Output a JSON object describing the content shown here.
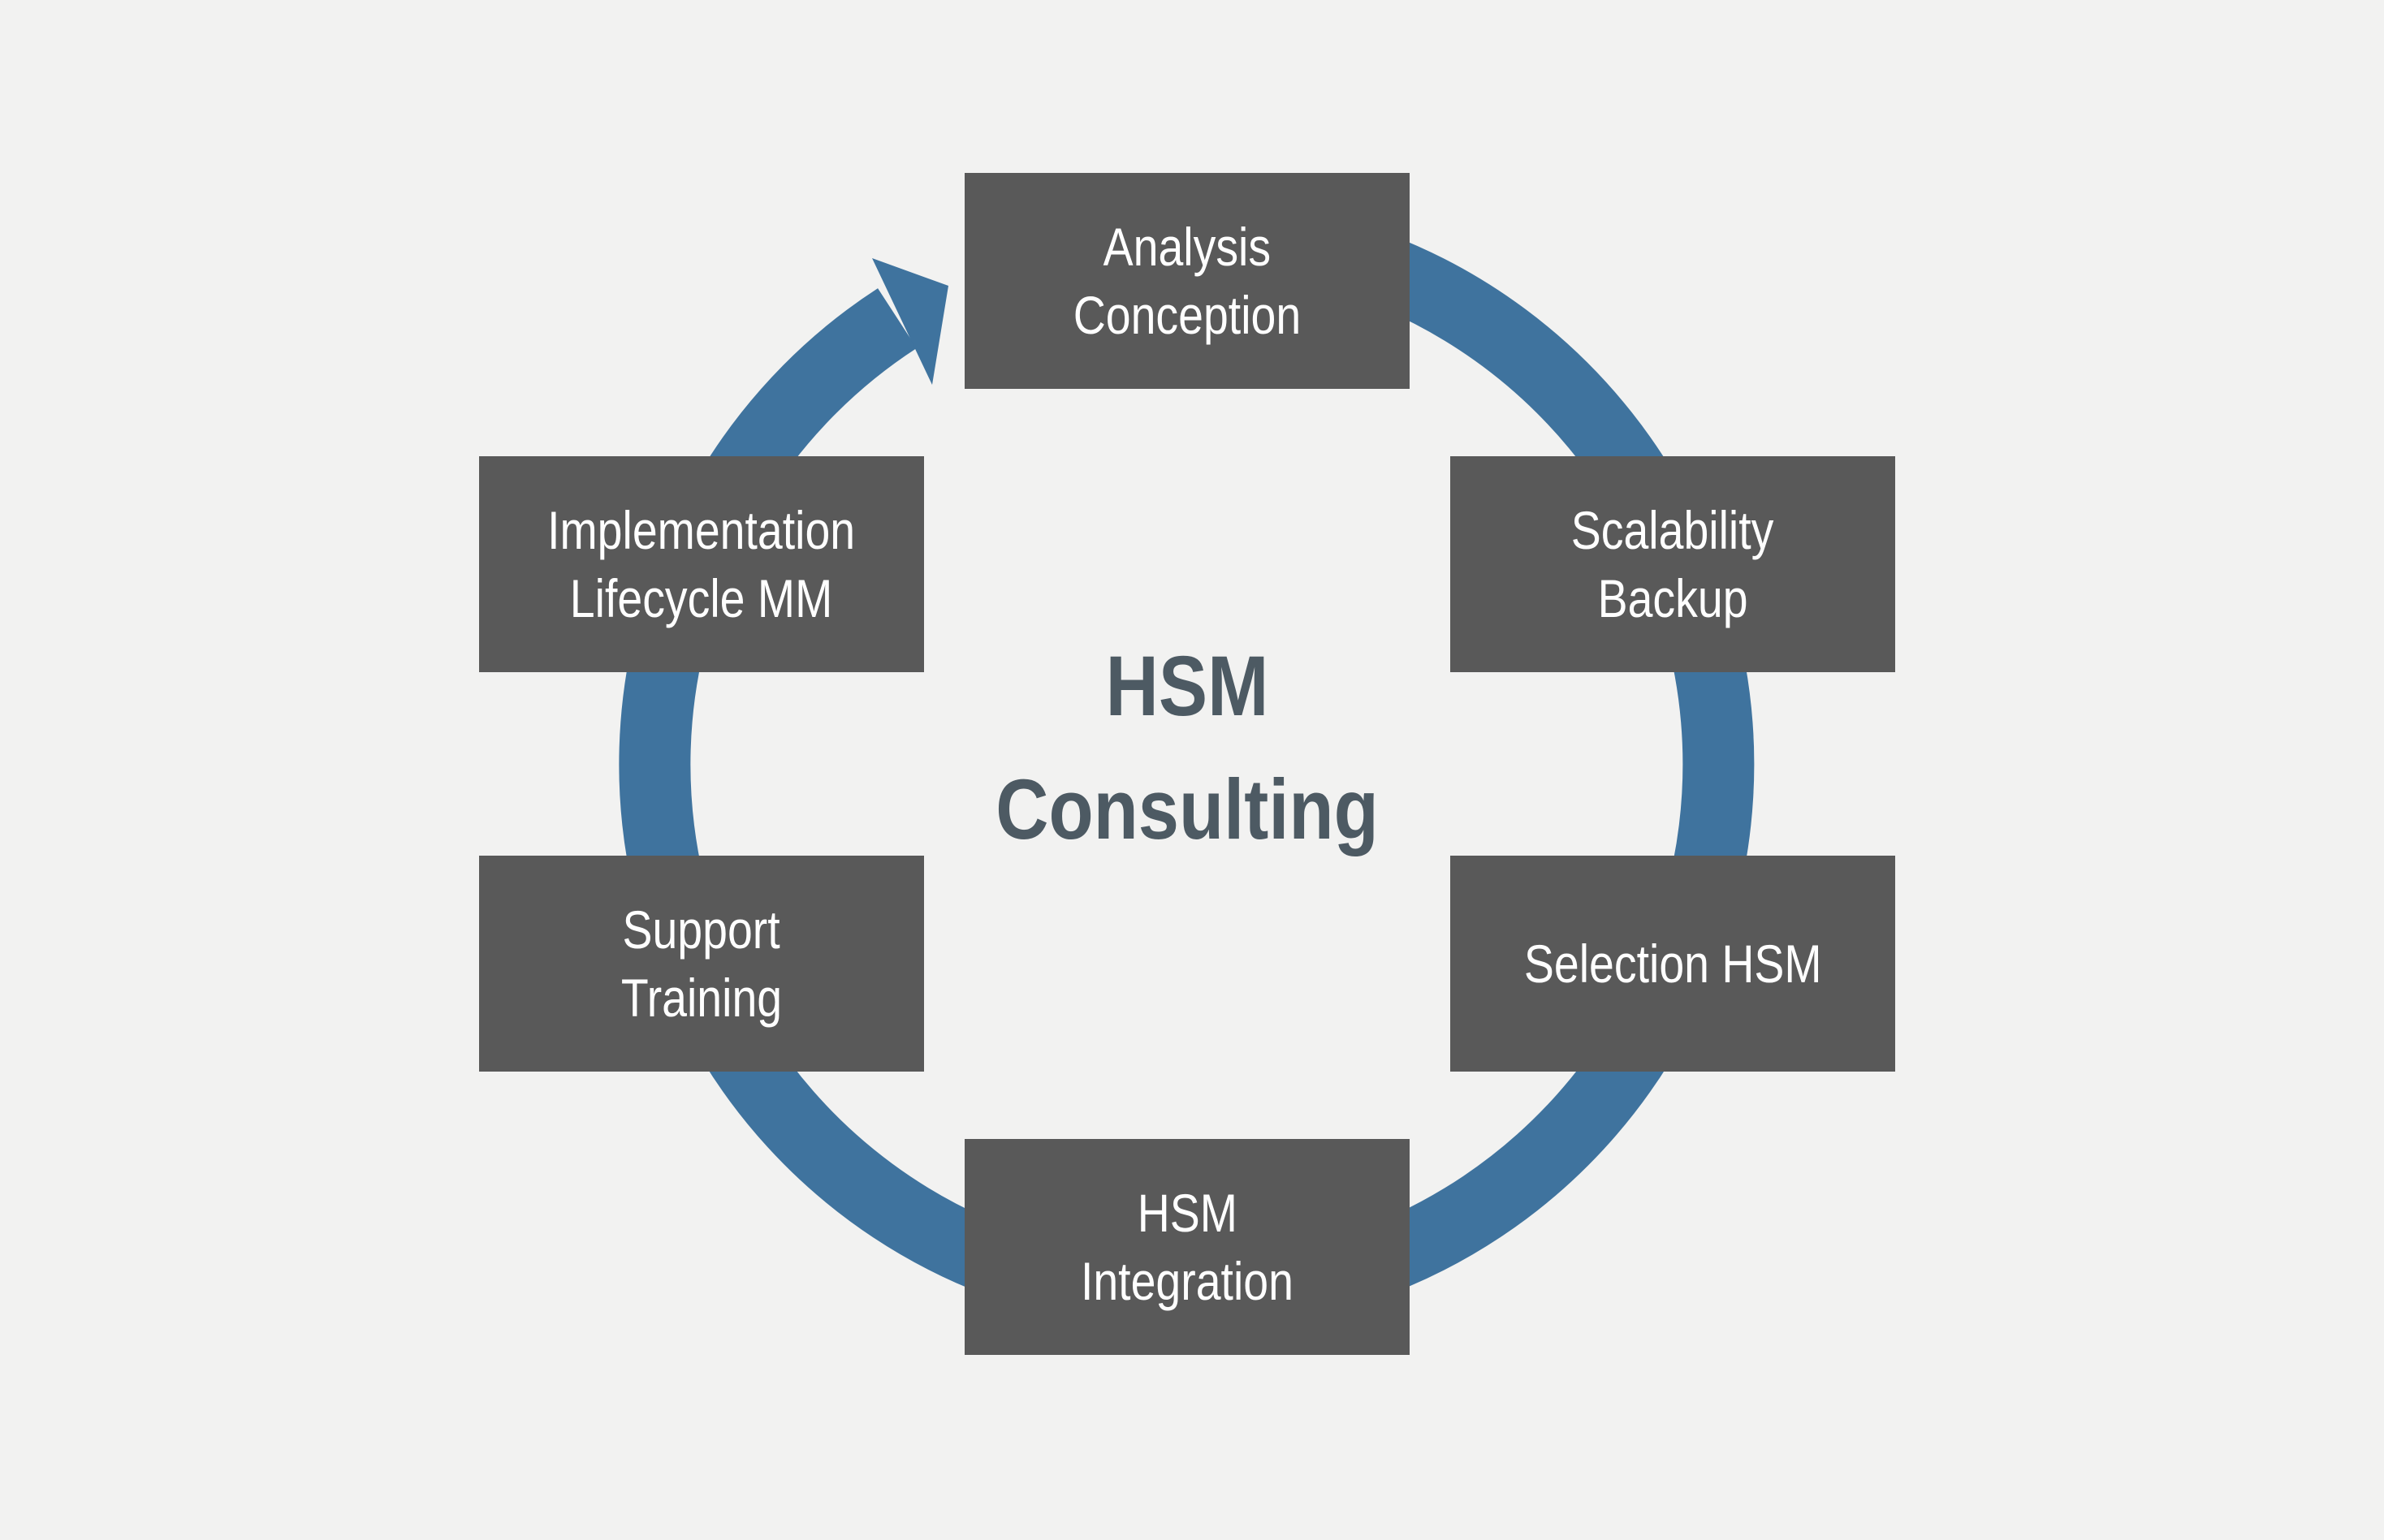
{
  "diagram": {
    "title": {
      "line1": "HSM",
      "line2": "Consulting"
    },
    "flow_direction": "clockwise",
    "steps": [
      {
        "name": "analysis-conception",
        "line1": "Analysis",
        "line2": "Conception"
      },
      {
        "name": "scalability-backup",
        "line1": "Scalability",
        "line2": "Backup"
      },
      {
        "name": "selection-hsm",
        "line1": "Selection HSM"
      },
      {
        "name": "hsm-integration",
        "line1": "HSM",
        "line2": "Integration"
      },
      {
        "name": "support-training",
        "line1": "Support",
        "line2": "Training"
      },
      {
        "name": "implementation-lifecycle-mm",
        "line1": "Implementation",
        "line2": "Lifecycle MM"
      }
    ],
    "colors": {
      "background": "#F2F2F1",
      "node_fill": "#595959",
      "node_text": "#FFFFFF",
      "ring": "#3F739E",
      "title_text": "#4D5A63"
    }
  }
}
